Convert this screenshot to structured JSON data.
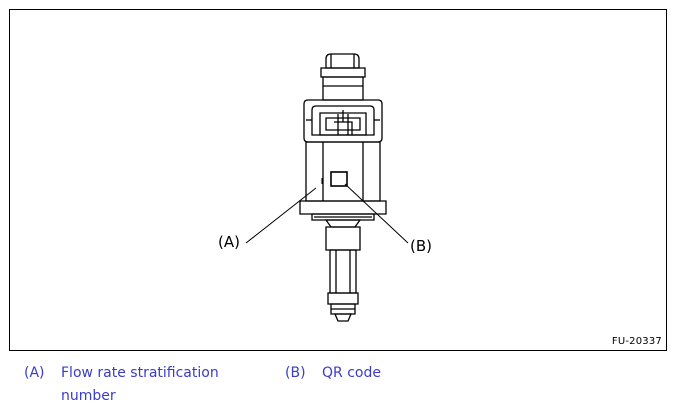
{
  "figure": {
    "id_label": "FU-20337",
    "callouts": {
      "a": "(A)",
      "b": "(B)"
    }
  },
  "legend": [
    {
      "key": "(A)",
      "text": "Flow rate stratification number"
    },
    {
      "key": "(B)",
      "text": "QR code"
    }
  ],
  "colors": {
    "legend_text": "#3b3bcc",
    "line_art": "#000000"
  }
}
